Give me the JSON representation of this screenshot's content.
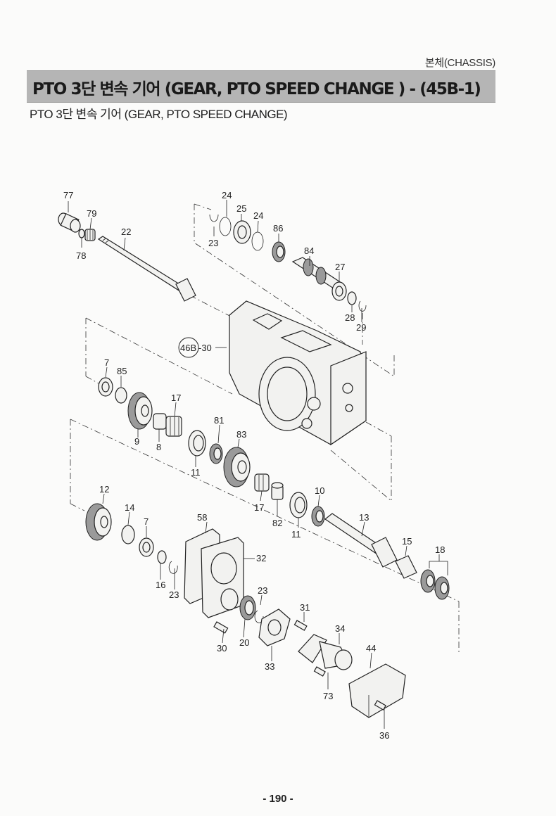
{
  "header": {
    "section": "본체(CHASSIS)",
    "title": "PTO 3단 변속 기어 (GEAR, PTO  SPEED CHANGE ) - (45B-1)",
    "subtitle": "PTO 3단 변속 기어 (GEAR, PTO SPEED CHANGE)"
  },
  "diagram": {
    "callouts": {
      "c77": "77",
      "c79": "79",
      "c78": "78",
      "c22": "22",
      "c24a": "24",
      "c25": "25",
      "c24b": "24",
      "c23a": "23",
      "c86": "86",
      "c84": "84",
      "c27": "27",
      "c28": "28",
      "c29": "29",
      "c46b": "46B",
      "c30a": "-30",
      "c7a": "7",
      "c85": "85",
      "c17a": "17",
      "c9": "9",
      "c8": "8",
      "c81": "81",
      "c83": "83",
      "c11a": "11",
      "c12": "12",
      "c14": "14",
      "c7b": "7",
      "c58": "58",
      "c17b": "17",
      "c82": "82",
      "c10": "10",
      "c11b": "11",
      "c13": "13",
      "c15": "15",
      "c18": "18",
      "c32": "32",
      "c16": "16",
      "c23b": "23",
      "c23c": "23",
      "c31": "31",
      "c30b": "30",
      "c20": "20",
      "c33": "33",
      "c34": "34",
      "c44": "44",
      "c73": "73",
      "c36": "36"
    }
  },
  "footer": {
    "page": "- 190 -"
  }
}
